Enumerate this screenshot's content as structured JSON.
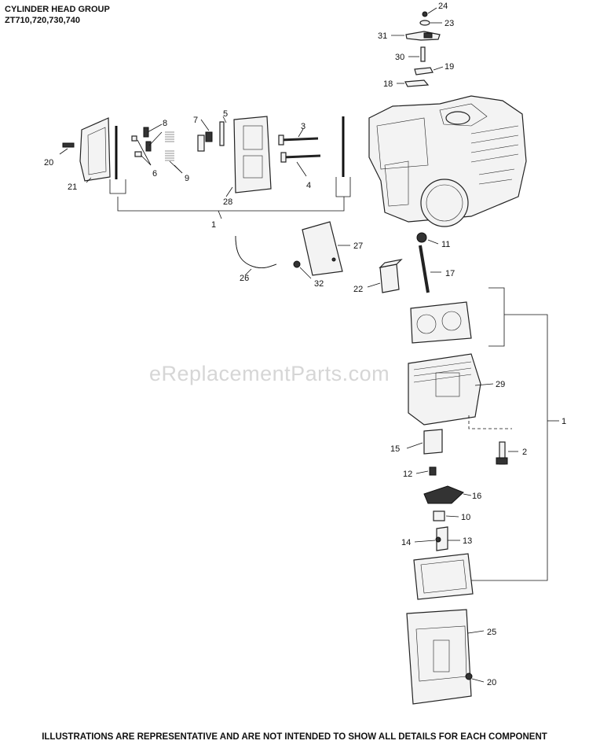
{
  "header": {
    "title": "CYLINDER HEAD GROUP",
    "models": "ZT710,720,730,740"
  },
  "watermark": "eReplacementParts.com",
  "footer": "ILLUSTRATIONS ARE REPRESENTATIVE AND ARE NOT INTENDED TO SHOW ALL DETAILS FOR EACH COMPONENT",
  "callouts": {
    "c24": "24",
    "c23": "23",
    "c31": "31",
    "c30": "30",
    "c19": "19",
    "c18": "18",
    "c8": "8",
    "c7": "7",
    "c5": "5",
    "c3": "3",
    "c20a": "20",
    "c21": "21",
    "c6": "6",
    "c9": "9",
    "c28": "28",
    "c4": "4",
    "c1a": "1",
    "c11": "11",
    "c27": "27",
    "c26": "26",
    "c32": "32",
    "c22": "22",
    "c17": "17",
    "c29": "29",
    "c1b": "1",
    "c15": "15",
    "c2": "2",
    "c12": "12",
    "c16": "16",
    "c10": "10",
    "c14": "14",
    "c13": "13",
    "c25": "25",
    "c20b": "20"
  }
}
